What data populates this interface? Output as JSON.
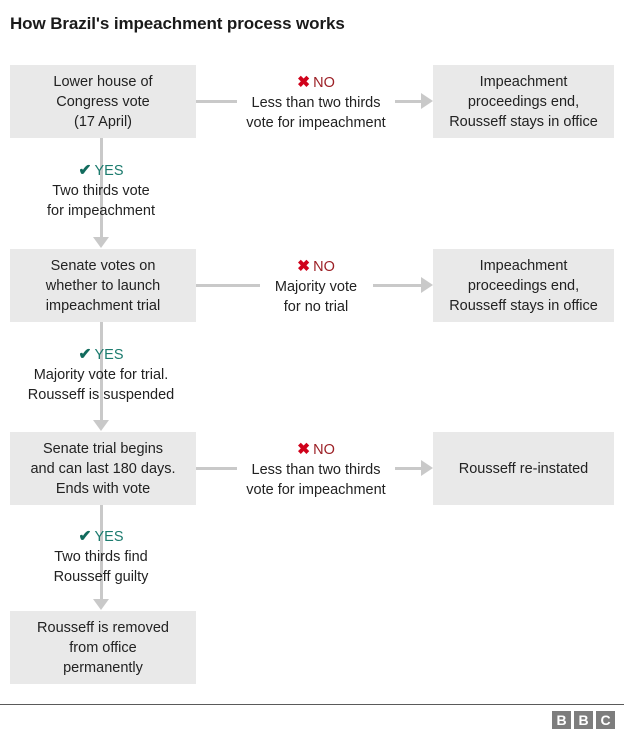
{
  "title": "How Brazil's impeachment process works",
  "colors": {
    "box_fill": "#e9e9e9",
    "connector": "#c9c9c9",
    "yes_green": "#1c7b6e",
    "no_red": "#9c2026",
    "x_red": "#d0021b",
    "text": "#222222",
    "footer_rule": "#5a5a5a",
    "bbc_block": "#7d7d7d"
  },
  "nodes": {
    "step1": "Lower house of\nCongress vote\n(17 April)",
    "step1_no_outcome": "Impeachment\nproceedings end,\nRousseff stays in office",
    "step2": "Senate votes on\nwhether to launch\nimpeachment trial",
    "step2_no_outcome": "Impeachment\nproceedings end,\nRousseff stays in office",
    "step3": "Senate trial begins\nand can last 180 days.\nEnds with vote",
    "step3_no_outcome": "Rousseff re-instated",
    "step4": "Rousseff is removed\nfrom office\npermanently"
  },
  "branches": {
    "yes1": {
      "glyph": "✔",
      "verdict": "YES",
      "detail": "Two thirds vote\nfor impeachment"
    },
    "no1": {
      "glyph": "✖",
      "verdict": "NO",
      "detail": "Less than two thirds\nvote for impeachment"
    },
    "yes2": {
      "glyph": "✔",
      "verdict": "YES",
      "detail": "Majority vote for trial.\nRousseff is suspended"
    },
    "no2": {
      "glyph": "✖",
      "verdict": "NO",
      "detail": "Majority vote\nfor no trial"
    },
    "yes3": {
      "glyph": "✔",
      "verdict": "YES",
      "detail": "Two thirds find\nRousseff guilty"
    },
    "no3": {
      "glyph": "✖",
      "verdict": "NO",
      "detail": "Less than two thirds\nvote for impeachment"
    }
  },
  "footer": {
    "logo_letters": [
      "B",
      "B",
      "C"
    ]
  },
  "chart_data": {
    "type": "flowchart",
    "title": "How Brazil's impeachment process works",
    "orientation": "top-to-bottom with right-side exit branches",
    "steps": [
      {
        "id": "step1",
        "label": "Lower house of Congress vote (17 April)",
        "yes": {
          "verdict": "YES",
          "condition": "Two thirds vote for impeachment",
          "to": "step2"
        },
        "no": {
          "verdict": "NO",
          "condition": "Less than two thirds vote for impeachment",
          "to": "Impeachment proceedings end, Rousseff stays in office"
        }
      },
      {
        "id": "step2",
        "label": "Senate votes on whether to launch impeachment trial",
        "yes": {
          "verdict": "YES",
          "condition": "Majority vote for trial. Rousseff is suspended",
          "to": "step3"
        },
        "no": {
          "verdict": "NO",
          "condition": "Majority vote for no trial",
          "to": "Impeachment proceedings end, Rousseff stays in office"
        }
      },
      {
        "id": "step3",
        "label": "Senate trial begins and can last 180 days. Ends with vote",
        "yes": {
          "verdict": "YES",
          "condition": "Two thirds find Rousseff guilty",
          "to": "step4"
        },
        "no": {
          "verdict": "NO",
          "condition": "Less than two thirds vote for impeachment",
          "to": "Rousseff re-instated"
        }
      },
      {
        "id": "step4",
        "label": "Rousseff is removed from office permanently",
        "terminal": true
      }
    ]
  }
}
